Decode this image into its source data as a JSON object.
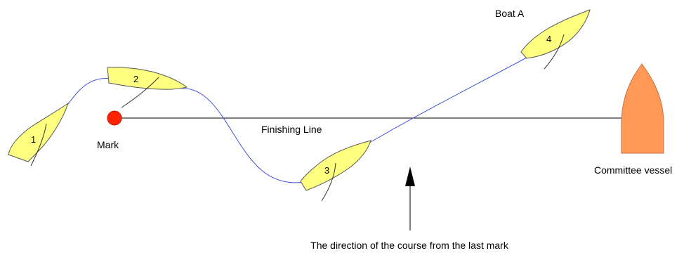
{
  "labels": {
    "boat_a": "Boat A",
    "mark": "Mark",
    "finishing_line": "Finishing Line",
    "committee_vessel": "Committee vessel",
    "course_direction": "The direction of the course from the last mark"
  },
  "boats": [
    {
      "number": "1"
    },
    {
      "number": "2"
    },
    {
      "number": "3"
    },
    {
      "number": "4"
    }
  ],
  "colors": {
    "boat_hull": "#ffff80",
    "boat_outline": "#555555",
    "mark": "#ff2200",
    "committee_vessel": "#ff9955",
    "track": "#4455dd",
    "finishing_line": "#000000",
    "arrow": "#000000"
  }
}
